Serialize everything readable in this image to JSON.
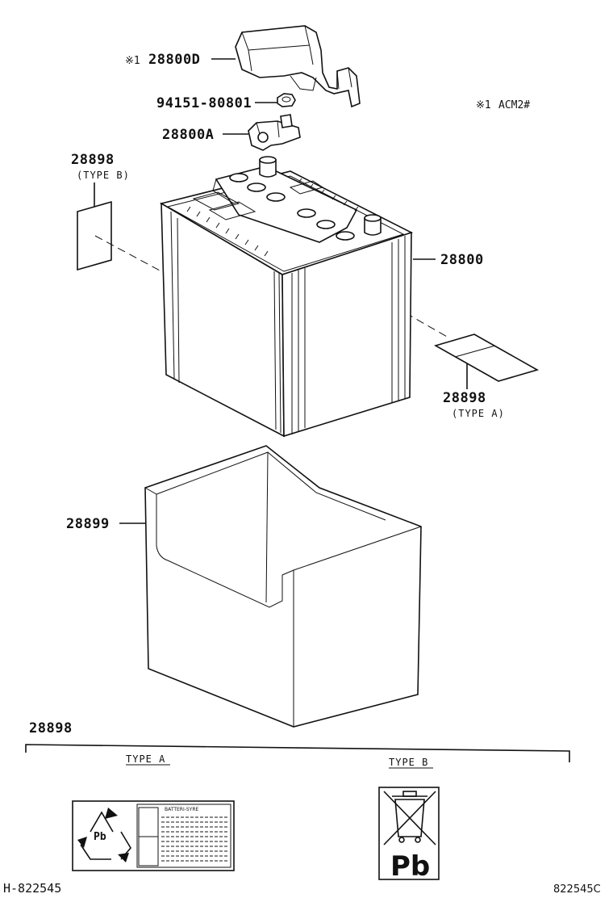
{
  "labels": {
    "cover_mark": "※1",
    "cover": "28800D",
    "nut": "94151-80801",
    "note_mark": "※1",
    "note_model": "ACM2#",
    "terminal": "28800A",
    "label_b_part": "28898",
    "label_b_type": "(TYPE B)",
    "battery": "28800",
    "label_a_part": "28898",
    "label_a_type": "(TYPE A)",
    "tray": "28899",
    "detail_part": "28898",
    "detail_type_a": "TYPE A",
    "detail_type_b": "TYPE B",
    "batteri_header": "BATTERI-SYRE",
    "pb_small": "Pb",
    "pb_large": "Pb",
    "footer_left": "H-822545",
    "footer_right": "822545C"
  }
}
